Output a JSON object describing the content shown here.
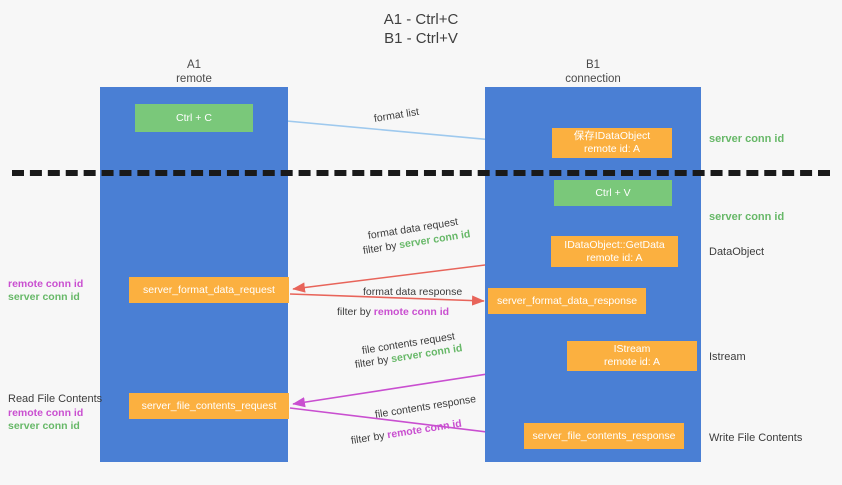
{
  "title": "A1 - Ctrl+C\nB1 - Ctrl+V",
  "columns": {
    "left": {
      "name": "A1",
      "role": "remote",
      "header": "A1\nremote"
    },
    "right": {
      "name": "B1",
      "role": "connection",
      "header": "B1\nconnection"
    }
  },
  "boxes": {
    "ctrl_c": "Ctrl + C",
    "save_idataobject": "保存IDataObject\nremote id: A",
    "ctrl_v": "Ctrl + V",
    "getdata": "IDataObject::GetData\nremote id: A",
    "server_format_data_request": "server_format_data_request",
    "server_format_data_response": "server_format_data_response",
    "istream": "IStream\nremote id: A",
    "server_file_contents_request": "server_file_contents_request",
    "server_file_contents_response": "server_file_contents_response"
  },
  "right_annotations": {
    "server_conn_id_1": "server conn id",
    "server_conn_id_2": "server conn id",
    "dataobject": "DataObject",
    "istream": "Istream",
    "write_file_contents": "Write File Contents"
  },
  "left_annotations": {
    "middle": {
      "remote": "remote conn id",
      "server": "server conn id"
    },
    "bottom": {
      "heading": "Read File Contents",
      "remote": "remote conn id",
      "server": "server conn id"
    }
  },
  "edge_labels": {
    "format_list": "format list",
    "format_data_request": "format data request",
    "format_data_request_filter_prefix": "filter by ",
    "format_data_request_filter_value": "server conn id",
    "format_data_response": "format data response",
    "format_data_response_filter_prefix": "filter by ",
    "format_data_response_filter_value": "remote conn id",
    "file_contents_request": "file contents request",
    "file_contents_request_filter_prefix": "filter by ",
    "file_contents_request_filter_value": "server conn id",
    "file_contents_response": "file contents response",
    "file_contents_response_filter_prefix": "filter by ",
    "file_contents_response_filter_value": "remote conn id"
  },
  "colors": {
    "background": "#f7f7f7",
    "lane": "#4a7fd4",
    "green_box": "#7ac87a",
    "orange_box": "#fbb040",
    "light_blue_arrow": "#9ec9ee",
    "red_arrow": "#e8645a",
    "magenta_arrow": "#c94fd0",
    "black_arrow": "#1a1a1a",
    "green_text": "#67b868",
    "magenta_text": "#c94fd0",
    "divider": "#1a1a1a"
  }
}
